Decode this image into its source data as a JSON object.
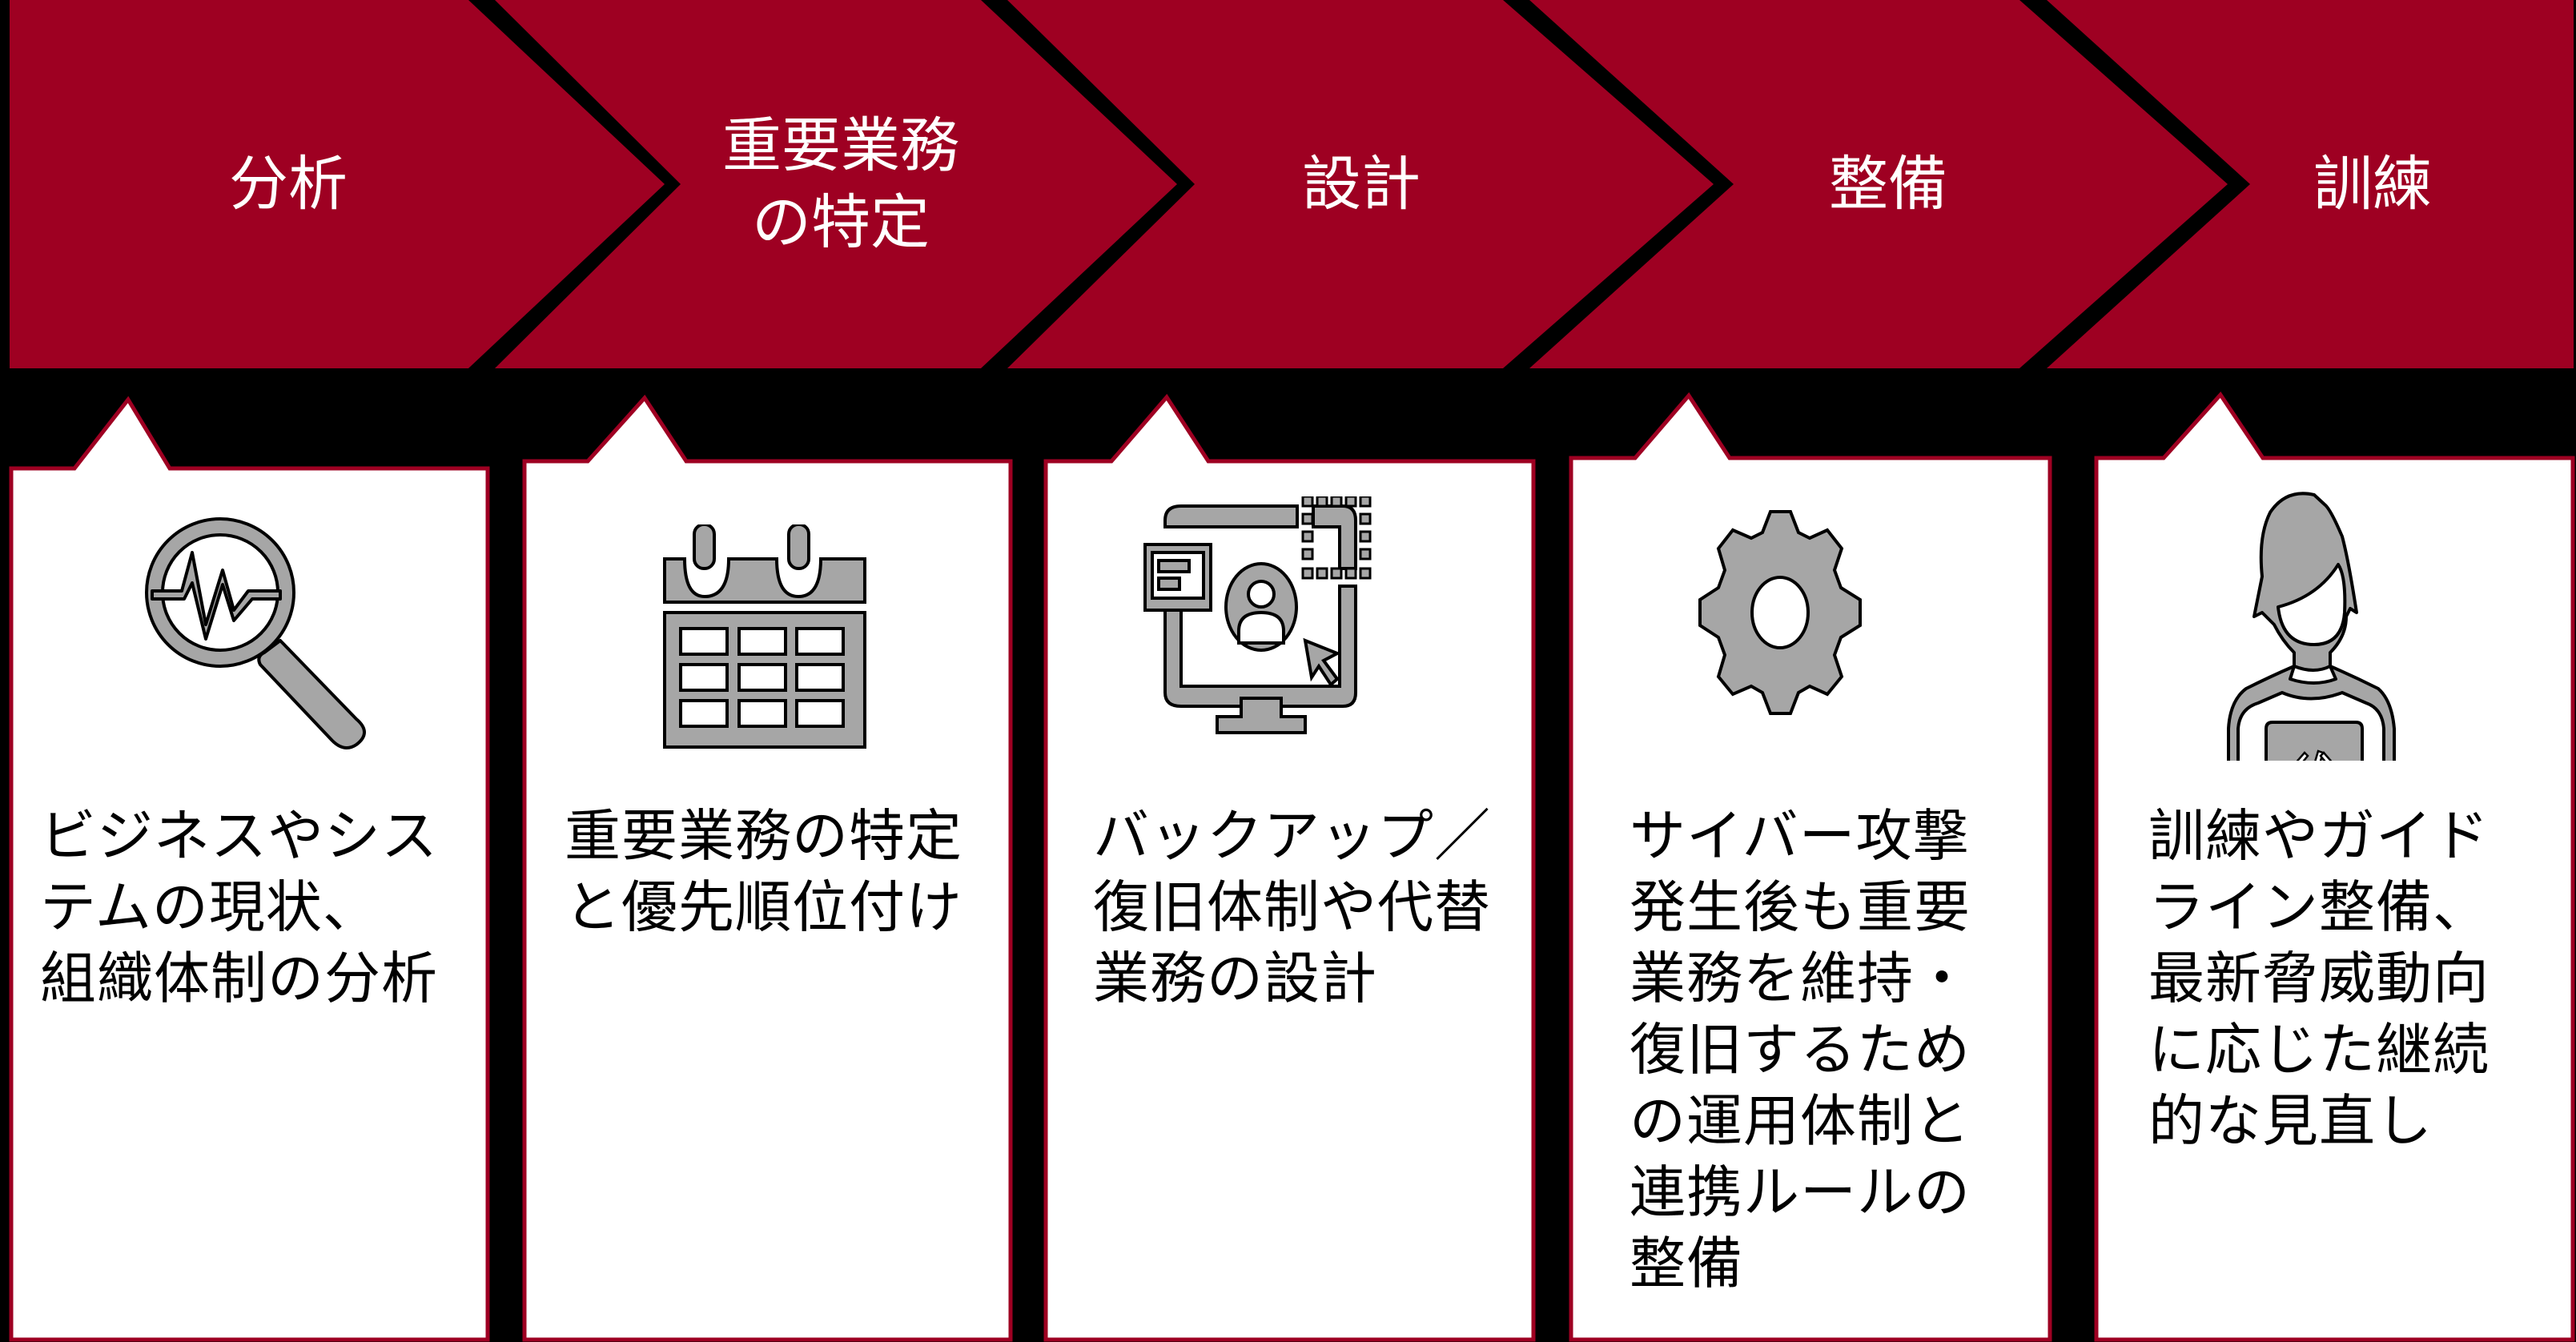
{
  "colors": {
    "accent": "#9E0022",
    "background": "#000000",
    "card_fill": "#FFFFFF",
    "icon_fill": "#A6A6A6",
    "icon_stroke": "#000000",
    "label_text": "#FFFFFF",
    "body_text": "#000000"
  },
  "steps": [
    {
      "label": "分析",
      "icon": "magnifier-pulse-icon",
      "description": "ビジネスやシス\nテムの現状、\n組織体制の分析"
    },
    {
      "label": "重要業務\nの特定",
      "icon": "calendar-icon",
      "description": "重要業務の特定\nと優先順位付け"
    },
    {
      "label": "設計",
      "icon": "monitor-design-icon",
      "description": "バックアップ／\n復旧体制や代替\n業務の設計"
    },
    {
      "label": "整備",
      "icon": "gear-icon",
      "description": "サイバー攻撃\n発生後も重要\n業務を維持・\n復旧するため\nの運用体制と\n連携ルールの\n整備"
    },
    {
      "label": "訓練",
      "icon": "developer-laptop-icon",
      "description": "訓練やガイド\nライン整備、\n最新脅威動向\nに応じた継続\n的な見直し"
    }
  ]
}
